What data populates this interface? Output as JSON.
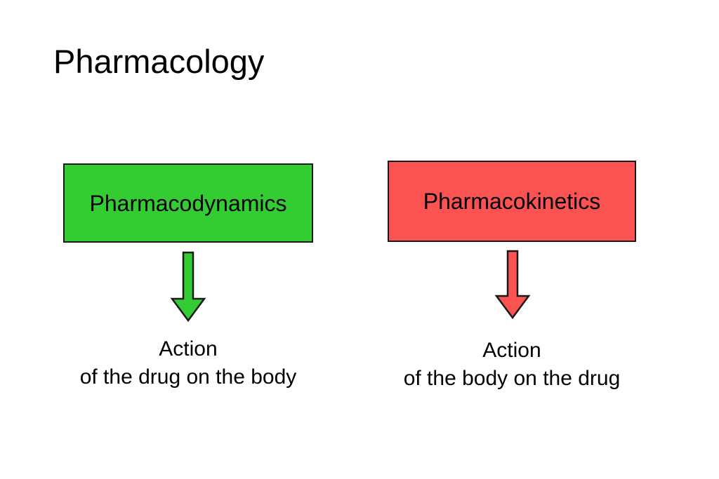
{
  "slide": {
    "title": "Pharmacology",
    "background_color": "#ffffff",
    "text_color": "#000000"
  },
  "branches": [
    {
      "key": "pharmacodynamics",
      "box_label": "Pharmacodynamics",
      "box_fill_color": "#33cc33",
      "box_border_color": "#1a1a1a",
      "arrow_direction": "down",
      "arrow_fill_color": "#33cc33",
      "arrow_border_color": "#1a1a1a",
      "caption_line1": "Action",
      "caption_line2": "of the drug on the body"
    },
    {
      "key": "pharmacokinetics",
      "box_label": "Pharmacokinetics",
      "box_fill_color": "#fb5252",
      "box_border_color": "#1a1a1a",
      "arrow_direction": "down",
      "arrow_fill_color": "#fb5252",
      "arrow_border_color": "#1a1a1a",
      "caption_line1": "Action",
      "caption_line2": "of the body on the drug"
    }
  ]
}
